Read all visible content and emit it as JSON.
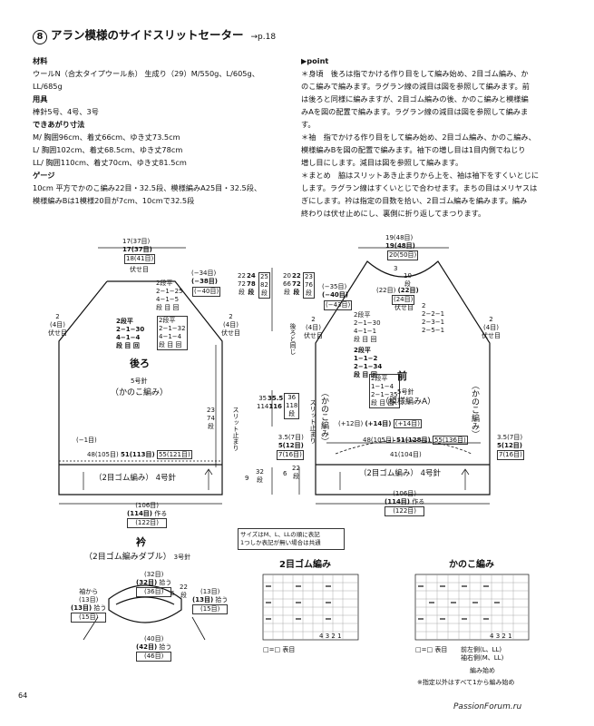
{
  "title": {
    "number": "8",
    "text": "アラン模様のサイドスリットセーター",
    "page_ref": "→p.18"
  },
  "materials": {
    "h_material": "材料",
    "material_line1": "ウールN（合太タイプウール糸） 生成り（29）M/550g、L/605g、",
    "material_line2": "LL/685g",
    "h_tools": "用具",
    "tools": "棒針5号、4号、3号",
    "h_size": "できあがり寸法",
    "size_m": "M/ 胸囲96cm、着丈66cm、ゆき丈73.5cm",
    "size_l": "L/ 胸囲102cm、着丈68.5cm、ゆき丈78cm",
    "size_ll": "LL/ 胸囲110cm、着丈70cm、ゆき丈81.5cm",
    "h_gauge": "ゲージ",
    "gauge_line1": "10cm 平方でかのこ編み22目・32.5段、模様編みA25目・32.5段、",
    "gauge_line2": "模様編みBは1模様20目が7cm、10cmで32.5段"
  },
  "point": {
    "heading": "▶point",
    "l1": "＊身頃　後ろは指でかける作り目をして編み始め、2目ゴム編み、か",
    "l2": "のこ編みで編みます。ラグラン線の減目は図を参照して編みます。前",
    "l3": "は後ろと同様に編みますが、2目ゴム編みの後、かのこ編みと模様編",
    "l4": "みAを図の配置で編みます。ラグラン線の減目は図を参照して編みま",
    "l5": "す。",
    "l6": "＊袖　指でかける作り目をして編み始め、2目ゴム編み、かのこ編み、",
    "l7": "模様編みBを図の配置で編みます。袖下の増し目は1目内側でねじり",
    "l8": "増し目にします。減目は図を参照して編みます。",
    "l9": "＊まとめ　脇はスリットあき止まりから上を、袖は袖下をすくいとじに",
    "l10": "します。ラグラン線はすくいとじで合わせます。まちの目はメリヤスは",
    "l11": "ぎにします。衿は指定の目数を拾い、2目ゴム編みを編みます。編み",
    "l12": "終わりは伏せ止めにし、裏側に折り返してまつります。"
  },
  "back": {
    "top1": "17(37目)",
    "top2": "17(37目)",
    "top3": "18(41目)",
    "top4": "伏せ目",
    "dec1": "(−34目)",
    "dec2": "(−38目)",
    "dec3": "(−40目)",
    "t1a": "2段平",
    "t1b": "2−1−25",
    "t1c": "4−1−5",
    "t1d": "段 目 回",
    "t2a": "2段平",
    "t2b": "2−1−30",
    "t2c": "4−1−4",
    "t2d": "段 目 回",
    "t3a": "2段平",
    "t3b": "2−1−32",
    "t3c": "4−1−4",
    "t3d": "段 目 回",
    "side1": "2",
    "side2": "(4目)",
    "side3": "伏せ目",
    "name": "後ろ",
    "needle": "5号針",
    "pattern": "（かのこ編み）",
    "h23": "23",
    "h74": "74",
    "hunit": "段",
    "slit": "スリット止まり",
    "dec_b": "(−1目)",
    "bot": "48(105目)",
    "bot_b": "51(113目)",
    "bot_c": "55(121目)",
    "rib": "（2目ゴム編み） 4号針",
    "w1": "(106目)",
    "w2": "(114目)",
    "w2s": " 作る",
    "w3": "(122目)"
  },
  "mid": {
    "r1a": "22",
    "r1b": "24",
    "r1c": "25",
    "r2a": "72",
    "r2b": "78",
    "r2c": "82",
    "r3a": "20",
    "r3b": "22",
    "r3c": "23",
    "r4a": "66",
    "r4b": "72",
    "r4c": "76",
    "unit": "段",
    "s1": "35",
    "s2": "35.5",
    "s3": "36",
    "s4": "114",
    "s5": "116",
    "s6": "118",
    "d1": "3.5(7目)",
    "d2": "5(12目)",
    "d3": "7(16目)",
    "n9": "9",
    "n32": "32",
    "n6": "6",
    "n22": "22"
  },
  "front": {
    "top1": "19(48目)",
    "top2": "19(48目)",
    "top3": "20(50目)",
    "n3": "3",
    "n10": "10",
    "nunit": "段",
    "c1": "(22目)",
    "c2": "(22目)",
    "c3": "(24目)",
    "c4": "伏せ目",
    "dec1": "(−35目)",
    "dec2": "(−40目)",
    "dec3": "(−43目)",
    "t1a": "2段平",
    "t1b": "2−1−30",
    "t1c": "4−1−1",
    "t1d": "段 目 回",
    "t2a": "2段平",
    "t2b": "1−1−2",
    "t2c": "2−1−34",
    "t2d": "段 目 回",
    "t3a": "2段平",
    "t3b": "1−1−4",
    "t3c": "2−1−35",
    "t3d": "段 目 回",
    "n2a": "2",
    "n2b": "2−2−1",
    "n2c": "2−3−1",
    "n2d": "2−5−1",
    "side1": "2",
    "side2": "(4目)",
    "side3": "伏せ目",
    "name": "前",
    "needle": "5号針",
    "pattern": "（模様編みA）",
    "back_same": "後ろと同じ",
    "kanoko": "（かのこ編み）",
    "inc": "(+12目)",
    "inc_b": "(+14目)",
    "inc_c": "(+14目)",
    "bot": "48(105目)",
    "bot_b": "51(128目)",
    "bot_c": "55(136目)",
    "b41": "41(104目)",
    "right1": "3.5(7目)",
    "right2": "5(12目)",
    "right3": "7(16目)",
    "rib": "（2目ゴム編み） 4号針",
    "w1": "(106目)",
    "w2": "(114目)",
    "w2s": " 作る",
    "w3": "(122目)"
  },
  "note": {
    "l1": "サイズはM、L、LLの順に表記",
    "l2": "1つしか表記が無い場合は共通"
  },
  "collar": {
    "heading": "衿",
    "sub": "（2目ゴム編みダブル）",
    "needle": "3号針",
    "c1": "(32目)",
    "c2": "(32目)",
    "c2s": "拾う",
    "c3": "(36目)",
    "l0": "袖から",
    "l1": "(13目)",
    "l2": "(13目)",
    "l2s": "拾う",
    "l3": "(15目)",
    "r1": "(13目)",
    "r2": "(13目)",
    "r2s": "拾う",
    "r3": "(15目)",
    "six": "6",
    "r22": "22",
    "runit": "段",
    "b1": "(40目)",
    "b2": "(42目)",
    "b2s": "拾う",
    "b3": "(46目)"
  },
  "chart1": {
    "heading": "2目ゴム編み",
    "legend": "□=□ 表目",
    "nums": [
      "4",
      "3",
      "2",
      "1"
    ]
  },
  "chart2": {
    "heading": "かのこ編み",
    "legend": "□=□ 表目",
    "front_left": "前左側(L、LL)",
    "sleeve_right": "袖右側(M、LL)",
    "start": "編み始め",
    "note": "※指定以外はすべて1から編み始め",
    "nums": [
      "4",
      "3",
      "2",
      "1"
    ]
  },
  "footer": {
    "page": "64",
    "watermark": "PassionForum.ru"
  }
}
